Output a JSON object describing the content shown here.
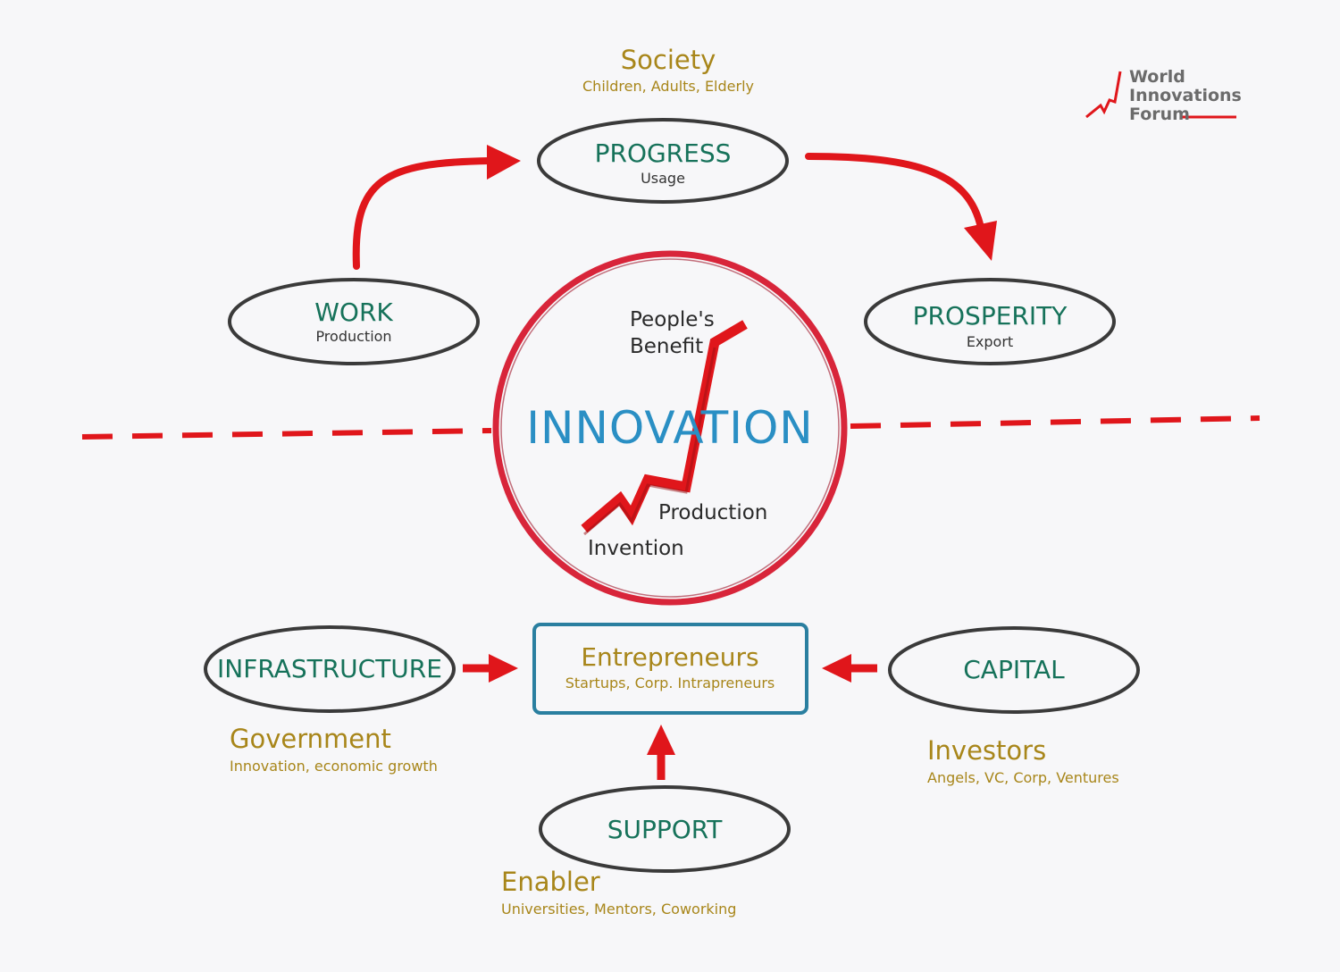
{
  "logo": {
    "lines": [
      "World",
      "Innovations",
      "Forum"
    ]
  },
  "society": {
    "title": "Society",
    "subtitle": "Children, Adults, Elderly"
  },
  "progress": {
    "title": "PROGRESS",
    "subtitle": "Usage"
  },
  "work": {
    "title": "WORK",
    "subtitle": "Production"
  },
  "prosperity": {
    "title": "PROSPERITY",
    "subtitle": "Export"
  },
  "innovation": {
    "title": "INNOVATION",
    "labels": {
      "benefit_line1": "People's",
      "benefit_line2": "Benefit",
      "production": "Production",
      "invention": "Invention"
    }
  },
  "infrastructure": {
    "title": "INFRASTRUCTURE"
  },
  "entrepreneurs": {
    "title": "Entrepreneurs",
    "subtitle": "Startups, Corp. Intrapreneurs"
  },
  "capital": {
    "title": "CAPITAL"
  },
  "government": {
    "title": "Government",
    "subtitle": "Innovation, economic growth"
  },
  "investors": {
    "title": "Investors",
    "subtitle": "Angels, VC, Corp, Ventures"
  },
  "support": {
    "title": "SUPPORT"
  },
  "enabler": {
    "title": "Enabler",
    "subtitle": "Universities, Mentors, Coworking"
  },
  "colors": {
    "accent_red": "#e0161b",
    "title_green": "#16725a",
    "label_gold": "#a8861a",
    "innovation_blue": "#2a8fc4",
    "box_blue": "#2a7fa0"
  }
}
